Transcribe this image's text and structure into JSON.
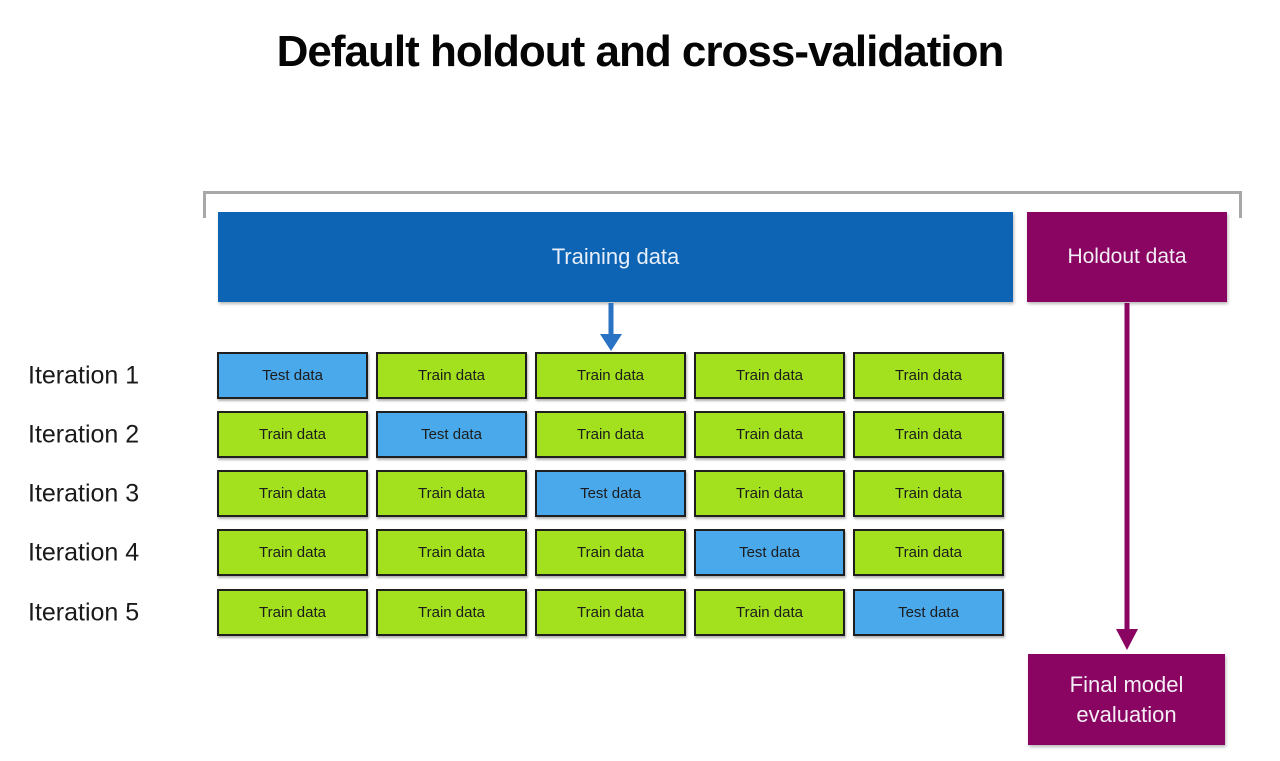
{
  "title": "Default holdout and cross-validation",
  "bars": {
    "training_label": "Training data",
    "holdout_label": "Holdout data"
  },
  "final_box": {
    "line1": "Final model",
    "line2": "evaluation"
  },
  "grid": {
    "row_labels": [
      "Iteration 1",
      "Iteration 2",
      "Iteration 3",
      "Iteration 4",
      "Iteration 5"
    ],
    "train_label": "Train data",
    "test_label": "Test data",
    "rows": [
      [
        "test",
        "train",
        "train",
        "train",
        "train"
      ],
      [
        "train",
        "test",
        "train",
        "train",
        "train"
      ],
      [
        "train",
        "train",
        "test",
        "train",
        "train"
      ],
      [
        "train",
        "train",
        "train",
        "test",
        "train"
      ],
      [
        "train",
        "train",
        "train",
        "train",
        "test"
      ]
    ]
  },
  "colors": {
    "training_bar": "#0d64b4",
    "holdout_box": "#8a0562",
    "final_box": "#8a0562",
    "train_cell": "#a3e11f",
    "test_cell": "#4aa9eb",
    "blue_arrow": "#2a72c4",
    "purple_arrow": "#8a0562",
    "bracket": "#a8a8a8"
  }
}
